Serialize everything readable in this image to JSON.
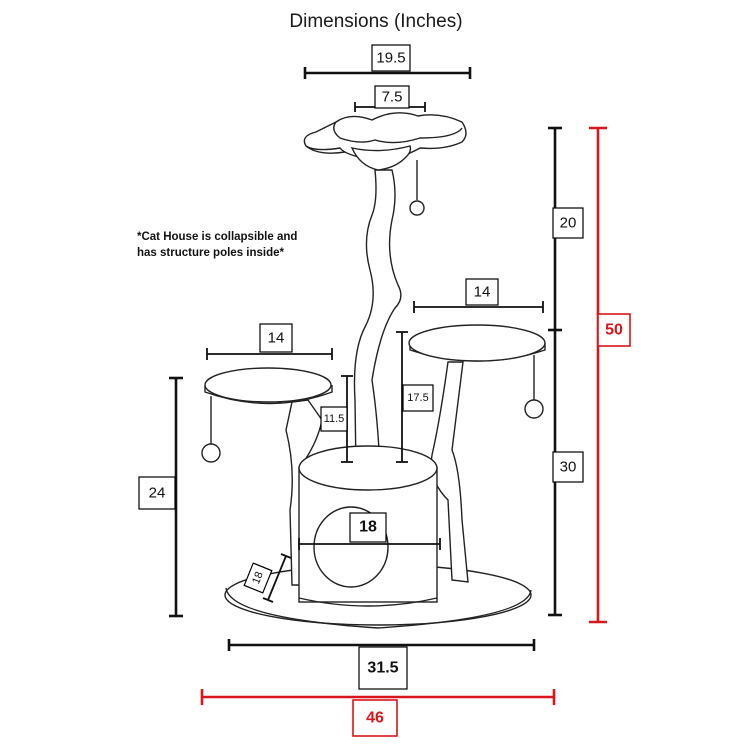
{
  "title": "Dimensions (Inches)",
  "note": {
    "line1": "*Cat House is collapsible and",
    "line2": "has structure poles inside*"
  },
  "dimensions": {
    "top_platform_width": "19.5",
    "top_platform_inner": "7.5",
    "upper_section_height": "20",
    "right_platform_width": "14",
    "left_platform_width": "14",
    "overall_height": "50",
    "center_post_height": "17.5",
    "left_post_height": "11.5",
    "lower_section_height": "30",
    "left_platform_height": "24",
    "house_width": "18",
    "base_depth": "18",
    "base_width": "31.5",
    "overall_width": "46"
  },
  "colors": {
    "line": "#111111",
    "accent": "#d9161c",
    "background": "#ffffff"
  }
}
